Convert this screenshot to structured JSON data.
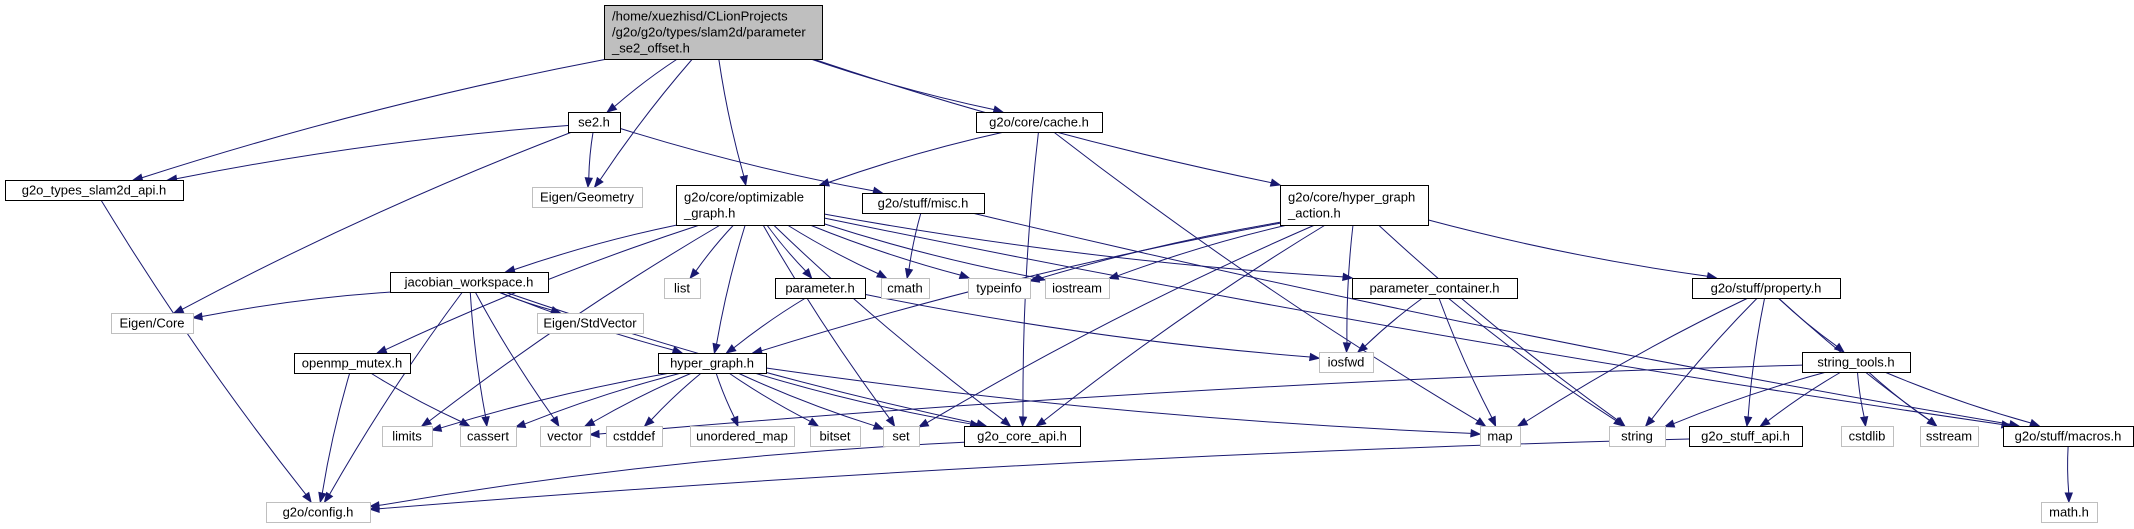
{
  "colors": {
    "edge": "#191970",
    "root_fill": "#bfbfbf",
    "external_border": "#bfbfbf",
    "documented_border": "#000000"
  },
  "nodes": [
    {
      "id": "root",
      "lines": [
        "/home/xuezhisd/CLionProjects",
        "/g2o/g2o/types/slam2d/parameter",
        "_se2_offset.h"
      ],
      "kind": "root"
    },
    {
      "id": "se2",
      "lines": [
        "se2.h"
      ],
      "kind": "documented"
    },
    {
      "id": "cache",
      "lines": [
        "g2o/core/cache.h"
      ],
      "kind": "documented"
    },
    {
      "id": "slam2d_api",
      "lines": [
        "g2o_types_slam2d_api.h"
      ],
      "kind": "documented"
    },
    {
      "id": "eigen_geometry",
      "lines": [
        "Eigen/Geometry"
      ],
      "kind": "external"
    },
    {
      "id": "optimizable",
      "lines": [
        "g2o/core/optimizable",
        "_graph.h"
      ],
      "kind": "documented"
    },
    {
      "id": "misc",
      "lines": [
        "g2o/stuff/misc.h"
      ],
      "kind": "documented"
    },
    {
      "id": "hg_action",
      "lines": [
        "g2o/core/hyper_graph",
        "_action.h"
      ],
      "kind": "documented"
    },
    {
      "id": "jacobian",
      "lines": [
        "jacobian_workspace.h"
      ],
      "kind": "documented"
    },
    {
      "id": "list",
      "lines": [
        "list"
      ],
      "kind": "external"
    },
    {
      "id": "parameter",
      "lines": [
        "parameter.h"
      ],
      "kind": "documented"
    },
    {
      "id": "cmath",
      "lines": [
        "cmath"
      ],
      "kind": "external"
    },
    {
      "id": "typeinfo",
      "lines": [
        "typeinfo"
      ],
      "kind": "external"
    },
    {
      "id": "iostream",
      "lines": [
        "iostream"
      ],
      "kind": "external"
    },
    {
      "id": "param_container",
      "lines": [
        "parameter_container.h"
      ],
      "kind": "documented"
    },
    {
      "id": "property",
      "lines": [
        "g2o/stuff/property.h"
      ],
      "kind": "documented"
    },
    {
      "id": "eigen_core",
      "lines": [
        "Eigen/Core"
      ],
      "kind": "external"
    },
    {
      "id": "openmp",
      "lines": [
        "openmp_mutex.h"
      ],
      "kind": "documented"
    },
    {
      "id": "eigen_stdvector",
      "lines": [
        "Eigen/StdVector"
      ],
      "kind": "external"
    },
    {
      "id": "hyper_graph",
      "lines": [
        "hyper_graph.h"
      ],
      "kind": "documented"
    },
    {
      "id": "iosfwd",
      "lines": [
        "iosfwd"
      ],
      "kind": "external"
    },
    {
      "id": "string_tools",
      "lines": [
        "string_tools.h"
      ],
      "kind": "documented"
    },
    {
      "id": "limits",
      "lines": [
        "limits"
      ],
      "kind": "external"
    },
    {
      "id": "cassert",
      "lines": [
        "cassert"
      ],
      "kind": "external"
    },
    {
      "id": "vector",
      "lines": [
        "vector"
      ],
      "kind": "external"
    },
    {
      "id": "cstddef",
      "lines": [
        "cstddef"
      ],
      "kind": "external"
    },
    {
      "id": "unordered_map",
      "lines": [
        "unordered_map"
      ],
      "kind": "external"
    },
    {
      "id": "bitset",
      "lines": [
        "bitset"
      ],
      "kind": "external"
    },
    {
      "id": "set",
      "lines": [
        "set"
      ],
      "kind": "external"
    },
    {
      "id": "core_api",
      "lines": [
        "g2o_core_api.h"
      ],
      "kind": "documented"
    },
    {
      "id": "map",
      "lines": [
        "map"
      ],
      "kind": "external"
    },
    {
      "id": "string",
      "lines": [
        "string"
      ],
      "kind": "external"
    },
    {
      "id": "stuff_api",
      "lines": [
        "g2o_stuff_api.h"
      ],
      "kind": "documented"
    },
    {
      "id": "cstdlib",
      "lines": [
        "cstdlib"
      ],
      "kind": "external"
    },
    {
      "id": "sstream",
      "lines": [
        "sstream"
      ],
      "kind": "external"
    },
    {
      "id": "macros",
      "lines": [
        "g2o/stuff/macros.h"
      ],
      "kind": "documented"
    },
    {
      "id": "config",
      "lines": [
        "g2o/config.h"
      ],
      "kind": "external"
    },
    {
      "id": "math",
      "lines": [
        "math.h"
      ],
      "kind": "external"
    }
  ],
  "edges": [
    [
      "root",
      "se2"
    ],
    [
      "root",
      "cache"
    ],
    [
      "root",
      "slam2d_api"
    ],
    [
      "root",
      "eigen_geometry"
    ],
    [
      "root",
      "optimizable"
    ],
    [
      "root",
      "hg_action"
    ],
    [
      "se2",
      "slam2d_api"
    ],
    [
      "se2",
      "eigen_geometry"
    ],
    [
      "se2",
      "misc"
    ],
    [
      "se2",
      "eigen_core"
    ],
    [
      "cache",
      "optimizable"
    ],
    [
      "cache",
      "core_api"
    ],
    [
      "cache",
      "map"
    ],
    [
      "slam2d_api",
      "config"
    ],
    [
      "optimizable",
      "jacobian"
    ],
    [
      "optimizable",
      "list"
    ],
    [
      "optimizable",
      "parameter"
    ],
    [
      "optimizable",
      "cmath"
    ],
    [
      "optimizable",
      "typeinfo"
    ],
    [
      "optimizable",
      "iostream"
    ],
    [
      "optimizable",
      "param_container"
    ],
    [
      "optimizable",
      "openmp"
    ],
    [
      "optimizable",
      "hyper_graph"
    ],
    [
      "optimizable",
      "set"
    ],
    [
      "optimizable",
      "core_api"
    ],
    [
      "optimizable",
      "limits"
    ],
    [
      "optimizable",
      "macros"
    ],
    [
      "misc",
      "cmath"
    ],
    [
      "misc",
      "macros"
    ],
    [
      "hg_action",
      "typeinfo"
    ],
    [
      "hg_action",
      "iostream"
    ],
    [
      "hg_action",
      "property"
    ],
    [
      "hg_action",
      "hyper_graph"
    ],
    [
      "hg_action",
      "iosfwd"
    ],
    [
      "hg_action",
      "set"
    ],
    [
      "hg_action",
      "core_api"
    ],
    [
      "hg_action",
      "string"
    ],
    [
      "jacobian",
      "eigen_core"
    ],
    [
      "jacobian",
      "eigen_stdvector"
    ],
    [
      "jacobian",
      "hyper_graph"
    ],
    [
      "jacobian",
      "cassert"
    ],
    [
      "jacobian",
      "vector"
    ],
    [
      "jacobian",
      "core_api"
    ],
    [
      "jacobian",
      "config"
    ],
    [
      "parameter",
      "hyper_graph"
    ],
    [
      "parameter",
      "iosfwd"
    ],
    [
      "param_container",
      "iosfwd"
    ],
    [
      "param_container",
      "map"
    ],
    [
      "param_container",
      "string"
    ],
    [
      "property",
      "string_tools"
    ],
    [
      "property",
      "map"
    ],
    [
      "property",
      "string"
    ],
    [
      "property",
      "stuff_api"
    ],
    [
      "property",
      "sstream"
    ],
    [
      "openmp",
      "cassert"
    ],
    [
      "openmp",
      "config"
    ],
    [
      "hyper_graph",
      "limits"
    ],
    [
      "hyper_graph",
      "cassert"
    ],
    [
      "hyper_graph",
      "vector"
    ],
    [
      "hyper_graph",
      "cstddef"
    ],
    [
      "hyper_graph",
      "unordered_map"
    ],
    [
      "hyper_graph",
      "bitset"
    ],
    [
      "hyper_graph",
      "set"
    ],
    [
      "hyper_graph",
      "core_api"
    ],
    [
      "hyper_graph",
      "map"
    ],
    [
      "string_tools",
      "vector"
    ],
    [
      "string_tools",
      "string"
    ],
    [
      "string_tools",
      "stuff_api"
    ],
    [
      "string_tools",
      "cstdlib"
    ],
    [
      "string_tools",
      "sstream"
    ],
    [
      "string_tools",
      "macros"
    ],
    [
      "core_api",
      "config"
    ],
    [
      "stuff_api",
      "config"
    ],
    [
      "macros",
      "math"
    ]
  ]
}
